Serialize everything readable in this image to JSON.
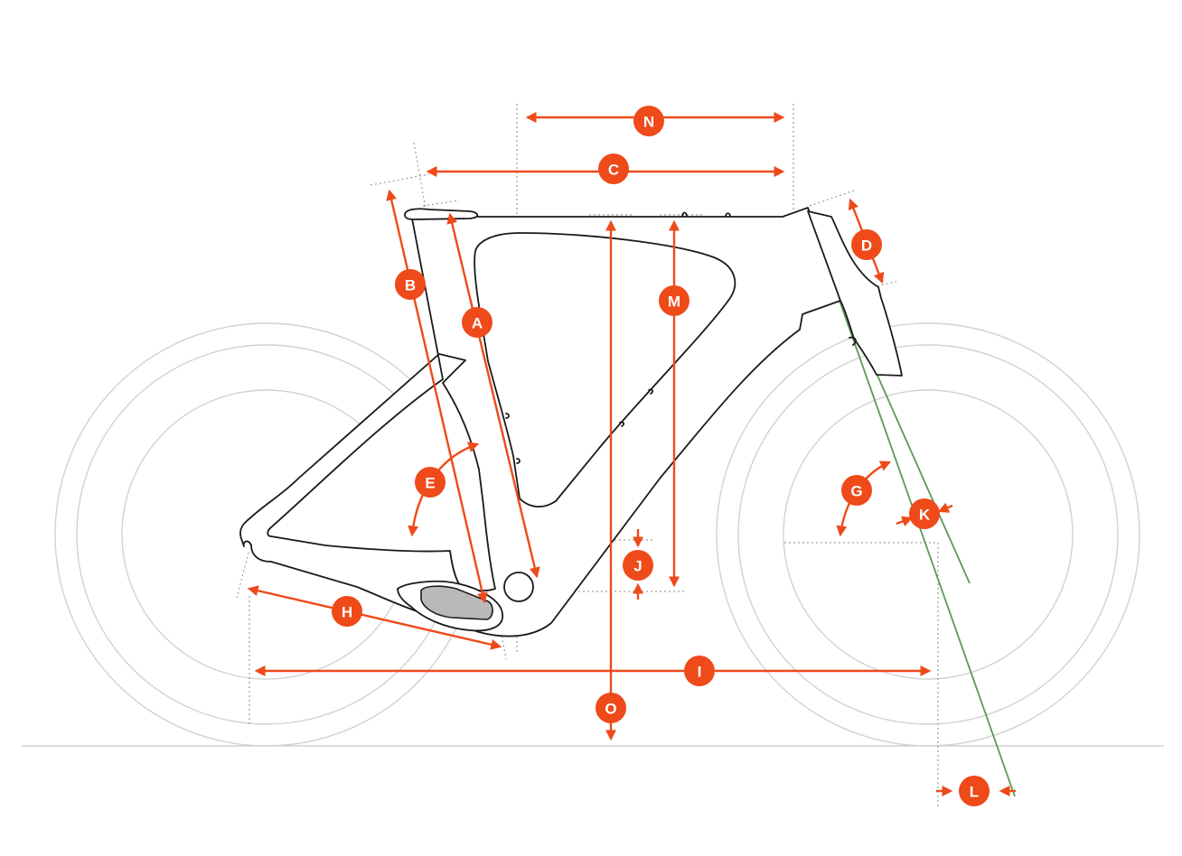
{
  "figure": {
    "labels": [
      "N",
      "C",
      "D",
      "B",
      "A",
      "M",
      "E",
      "G",
      "K",
      "J",
      "H",
      "I",
      "O",
      "L"
    ],
    "colors": {
      "dimension_accent": "#ee4a1a",
      "frame_outline": "#1a1a1a",
      "wheel_outline": "#d2d2d2",
      "guide_lines": "#8a8a8a",
      "fork_axis": "#5b9a55",
      "label_text": "#ffffff"
    }
  }
}
